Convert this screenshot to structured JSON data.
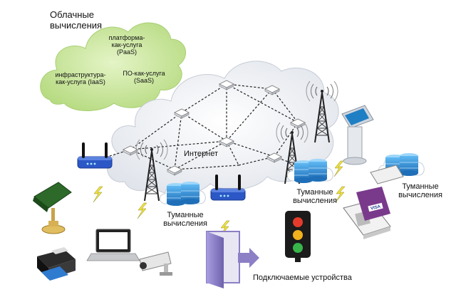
{
  "cloud_computing": {
    "title_line1": "Облачные",
    "title_line2": "вычисления",
    "paas_line1": "платформа-",
    "paas_line2": "как-услуга",
    "paas_line3": "(PaaS)",
    "iaas_line1": "инфраструктура-",
    "iaas_line2": "как-услуга (IaaS)",
    "saas_line1": "ПО-как-услуга",
    "saas_line2": "(SaaS)"
  },
  "internet": {
    "label": "Интернет"
  },
  "fog_nodes": [
    {
      "line1": "Туманные",
      "line2": "вычисления"
    },
    {
      "line1": "Туманные",
      "line2": "вычисления"
    },
    {
      "line1": "Туманные",
      "line2": "вычисления"
    }
  ],
  "devices": {
    "label": "Подключаемые устройства"
  },
  "card_brand": "VISA",
  "colors": {
    "cloud_green": "#c7e69a",
    "internet_cloud": "#eef0f4",
    "router_blue": "#2c57c6",
    "server_blue": "#2f8fd8",
    "lightning": "#f0e040",
    "door_purple": "#8c7fc6"
  },
  "icons": [
    "green-cloud",
    "internet-cloud",
    "router-icon",
    "fog-server-icon",
    "wifi-tower-icon",
    "lamp-icon",
    "printer-icon",
    "laptop-icon",
    "security-camera-icon",
    "traffic-light-icon",
    "pos-terminal-icon",
    "kiosk-icon",
    "door-icon",
    "lightning-icon"
  ]
}
